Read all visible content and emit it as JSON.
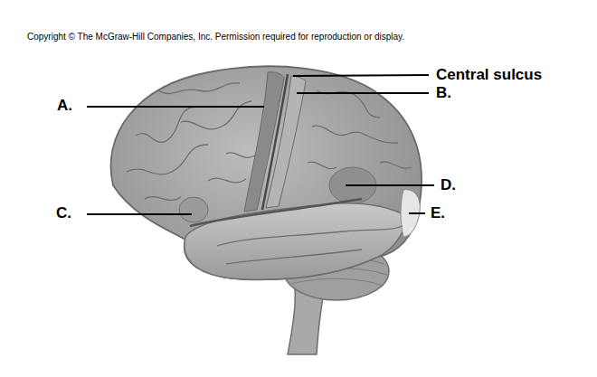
{
  "diagram": {
    "labels": [
      "Copyright © The McGraw-Hill Companies, Inc. Permission required for reproduction or display.",
      "Central sulcus",
      "B.",
      "A.",
      "D.",
      "E.",
      "C."
    ]
  }
}
